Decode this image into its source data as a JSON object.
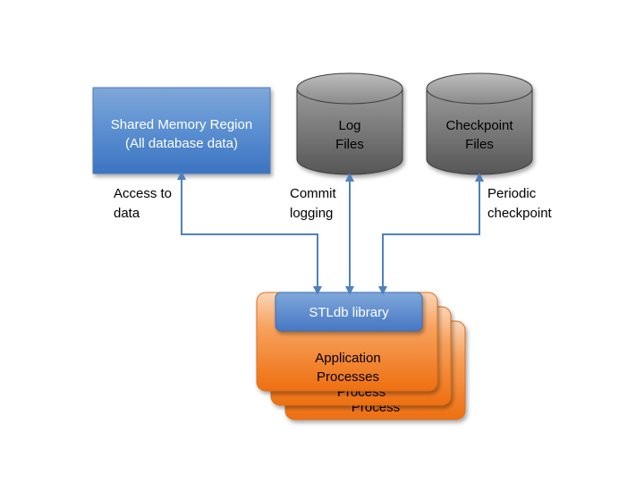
{
  "diagram": {
    "shared_memory": {
      "line1": "Shared Memory Region",
      "line2": "(All database data)"
    },
    "log_files": {
      "line1": "Log",
      "line2": "Files"
    },
    "checkpoint_files": {
      "line1": "Checkpoint",
      "line2": "Files"
    },
    "edges": {
      "access": {
        "line1": "Access to",
        "line2": "data"
      },
      "commit": {
        "line1": "Commit",
        "line2": "logging"
      },
      "periodic": {
        "line1": "Periodic",
        "line2": "checkpoint"
      }
    },
    "stack": {
      "back_label": "Process",
      "middle_label": "Process",
      "front_line1": "Application",
      "front_line2": "Processes"
    },
    "stldb": {
      "label": "STLdb library"
    }
  },
  "colors": {
    "blue": "#4f81bd",
    "orange": "#f47c20",
    "gray_cylinder": "#6e6e6e",
    "arrow": "#4f81bd"
  }
}
